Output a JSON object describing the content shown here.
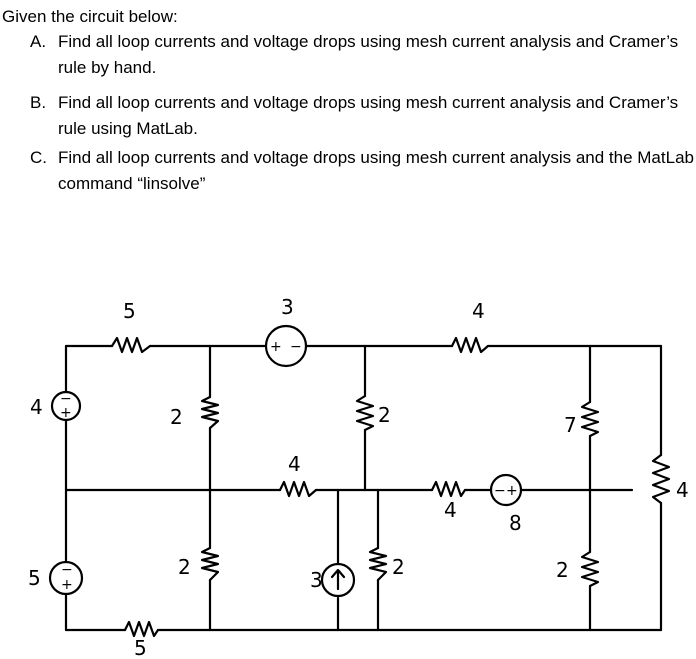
{
  "problem": {
    "intro": "Given the circuit below:",
    "tasks": [
      {
        "letter": "A.",
        "text": "Find all loop currents and voltage drops using mesh current analysis and Cramer’s rule by hand."
      },
      {
        "letter": "B.",
        "text": "Find all loop currents and voltage drops using mesh current analysis and Cramer’s rule using MatLab."
      },
      {
        "letter": "C.",
        "text": "Find all loop currents and voltage drops using mesh current analysis and the MatLab command “linsolve”"
      }
    ]
  },
  "circuit": {
    "labels": {
      "r_top_left": "5",
      "v_top_mid": "3",
      "r_top_right": "4",
      "v_left_top": "4",
      "r_mid_2a": "2",
      "r_mid_2b": "2",
      "r_mid_4": "4",
      "r_right_7": "7",
      "r_far_right": "4",
      "r_mid_right_4": "4",
      "v_mid_right": "8",
      "v_left_bottom": "5",
      "r_bottom_2a": "2",
      "i_source": "3",
      "r_bottom_2b": "2",
      "r_bottom_right": "2",
      "r_bottom_left": "5"
    },
    "symbols": {
      "plus": "+",
      "minus": "−"
    }
  }
}
